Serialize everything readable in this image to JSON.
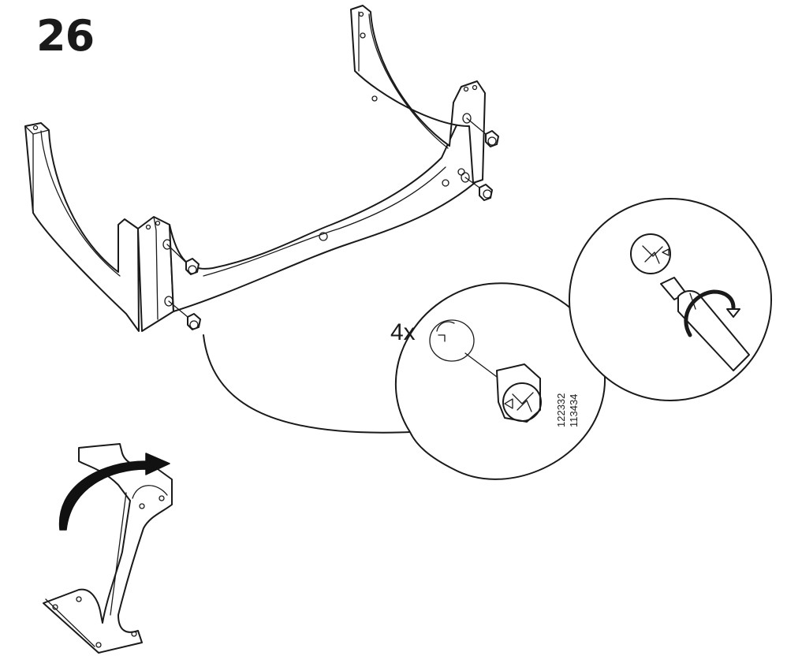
{
  "step": {
    "number": "26"
  },
  "detail": {
    "quantity_label": "4x",
    "part_numbers": [
      "122332",
      "113434"
    ]
  },
  "colors": {
    "line": "#1a1a1a",
    "background": "#ffffff"
  }
}
